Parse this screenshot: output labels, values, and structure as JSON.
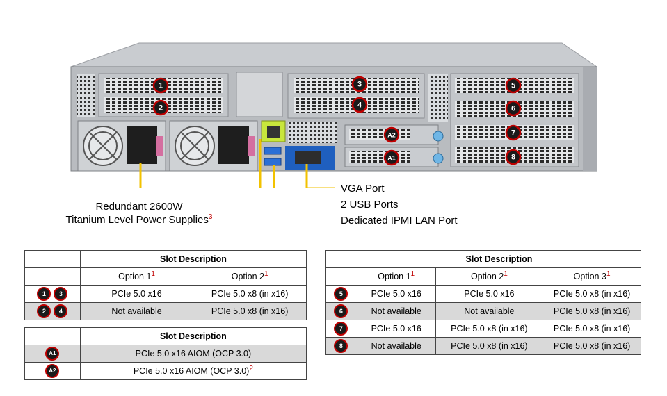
{
  "callouts": {
    "vga": "VGA Port",
    "usb": "2 USB Ports",
    "ipmi": "Dedicated IPMI  LAN Port",
    "psu_line1": "Redundant  2600W",
    "psu_line2": "Titanium  Level Power Supplies",
    "psu_sup": "3"
  },
  "chassis_badges": [
    "1",
    "2",
    "3",
    "4",
    "5",
    "6",
    "7",
    "8",
    "A1",
    "A2"
  ],
  "left_table": {
    "header": "Slot Description",
    "options": [
      {
        "label": "Option 1",
        "sup": "1"
      },
      {
        "label": "Option 2",
        "sup": "1"
      }
    ],
    "rows": [
      {
        "badges": [
          "1",
          "3"
        ],
        "cells": [
          "PCIe 5.0 x16",
          "PCIe 5.0 x8 (in x16)"
        ]
      },
      {
        "badges": [
          "2",
          "4"
        ],
        "cells": [
          "Not available",
          "PCIe 5.0 x8 (in x16)"
        ]
      }
    ]
  },
  "aiom_table": {
    "header": "Slot Description",
    "rows": [
      {
        "badge": "A1",
        "text": "PCIe 5.0 x16 AIOM (OCP 3.0)",
        "sup": ""
      },
      {
        "badge": "A2",
        "text": "PCIe 5.0 x16 AIOM (OCP 3.0)",
        "sup": "2"
      }
    ]
  },
  "right_table": {
    "header": "Slot Description",
    "options": [
      {
        "label": "Option 1",
        "sup": "1"
      },
      {
        "label": "Option 2",
        "sup": "1"
      },
      {
        "label": "Option 3",
        "sup": "1"
      }
    ],
    "rows": [
      {
        "badge": "5",
        "cells": [
          "PCIe 5.0 x16",
          "PCIe 5.0 x16",
          "PCIe 5.0 x8 (in x16)"
        ]
      },
      {
        "badge": "6",
        "cells": [
          "Not available",
          "Not available",
          "PCIe 5.0 x8 (in x16)"
        ]
      },
      {
        "badge": "7",
        "cells": [
          "PCIe 5.0 x16",
          "PCIe 5.0 x8 (in x16)",
          "PCIe 5.0 x8 (in x16)"
        ]
      },
      {
        "badge": "8",
        "cells": [
          "Not available",
          "PCIe 5.0 x8 (in x16)",
          "PCIe 5.0 x8 (in x16)"
        ]
      }
    ]
  },
  "colors": {
    "chassis": "#b9bcc0",
    "chassis_dark": "#8c8f94",
    "callout_line": "#f2c200",
    "badge_fill": "#1a1a1a",
    "badge_ring": "#c00000",
    "row_gray": "#d9d9d9",
    "vga_port": "#1f5fbf",
    "usb_port": "#2a6fd6"
  }
}
